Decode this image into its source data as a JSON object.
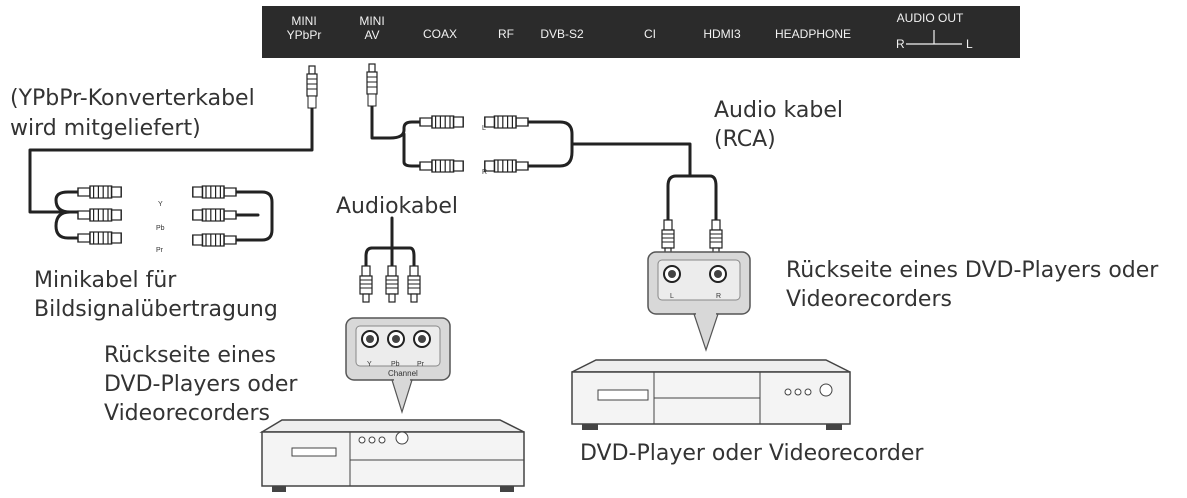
{
  "panel": {
    "ports": {
      "mini_ypbpr": [
        "MINI",
        "YPbPr"
      ],
      "mini_av": [
        "MINI",
        "AV"
      ],
      "coax": "COAX",
      "rf": "RF",
      "dvbs2": "DVB-S2",
      "ci": "CI",
      "hdmi3": "HDMI3",
      "headphone": "HEADPHONE",
      "audio_out": {
        "label": "AUDIO OUT",
        "r": "R",
        "l": "L"
      }
    }
  },
  "labels": {
    "ypbpr_cable": [
      "(YPbPr-Konverterkabel",
      "wird mitgeliefert)"
    ],
    "audio_rca": [
      "Audio kabel",
      "(RCA)"
    ],
    "audiokabel": "Audiokabel",
    "minikabel": [
      "Minikabel für",
      "Bildsignalübertragung"
    ],
    "rear_left": [
      "Rückseite eines",
      "DVD-Players oder",
      "Videorecorders"
    ],
    "rear_right": [
      "Rückseite eines DVD-Players oder",
      "Videorecorders"
    ],
    "dvd_caption": "DVD-Player oder Videorecorder"
  },
  "plugs": {
    "y": "Y",
    "pb": "Pb",
    "pr": "Pr",
    "l": "L",
    "r": "R",
    "channel": "Channel"
  },
  "colors": {
    "panel": "#2b2b2b",
    "cable": "#222222",
    "device": "#d8d8d8"
  },
  "icons": [
    "rca-plug-icon",
    "dvd-player-icon",
    "av-socket-icon"
  ]
}
